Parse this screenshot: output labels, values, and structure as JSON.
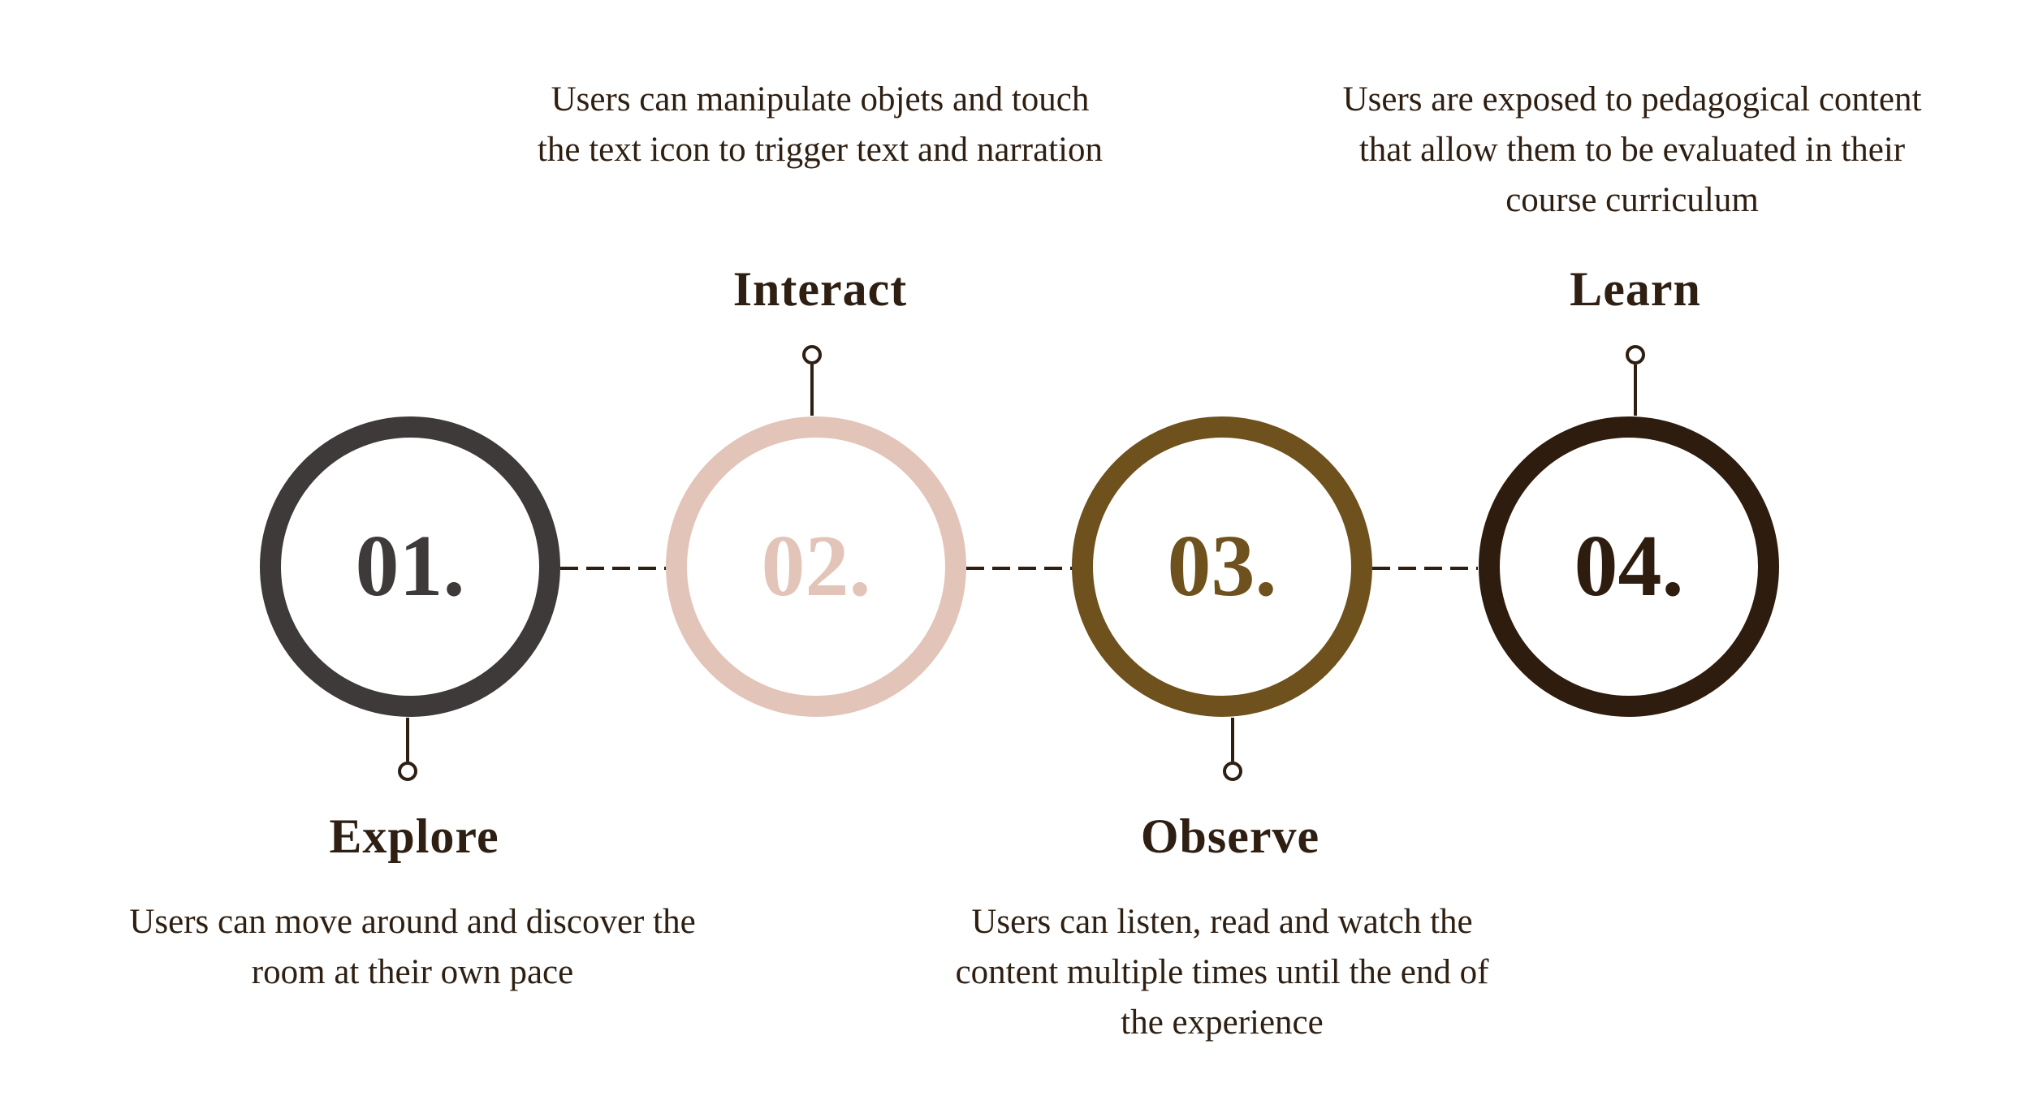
{
  "steps": [
    {
      "number": "01.",
      "title": "Explore",
      "description": "Users can move around and discover the room at their own pace",
      "color": "#3d3a39"
    },
    {
      "number": "02.",
      "title": "Interact",
      "description": "Users can manipulate objets and touch the text icon to trigger text and narration",
      "color": "#e2c4b9"
    },
    {
      "number": "03.",
      "title": "Observe",
      "description": "Users can listen, read and watch the content multiple times until the end of the experience",
      "color": "#6e511c"
    },
    {
      "number": "04.",
      "title": "Learn",
      "description": "Users are exposed to pedagogical content that allow them to be evaluated in their course curriculum",
      "color": "#2e1c0e"
    }
  ],
  "connector_color": "#2e1f12"
}
